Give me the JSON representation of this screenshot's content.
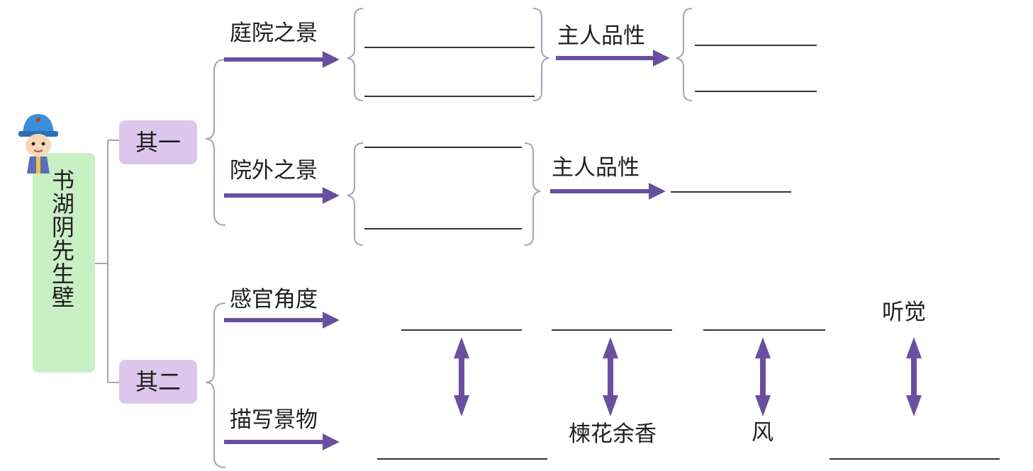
{
  "root": {
    "title": "书湖阴先生壁"
  },
  "branch1": {
    "label": "其一",
    "courtyard": {
      "label": "庭院之景",
      "trait_label": "主人品性"
    },
    "outside": {
      "label": "院外之景",
      "trait_label": "主人品性"
    }
  },
  "branch2": {
    "label": "其二",
    "senses_label": "感官角度",
    "scenery_label": "描写景物",
    "hearing": "听觉",
    "scent": "楝花余香",
    "wind": "风"
  },
  "colors": {
    "arrow": "#6a4fa0",
    "root_fill": "#c9efc4",
    "branch_fill": "#dcc6ec",
    "bracket": "#a7a1bd",
    "blank_line": "#333333"
  },
  "icons": {
    "mascot": "scholar-boy-icon"
  }
}
